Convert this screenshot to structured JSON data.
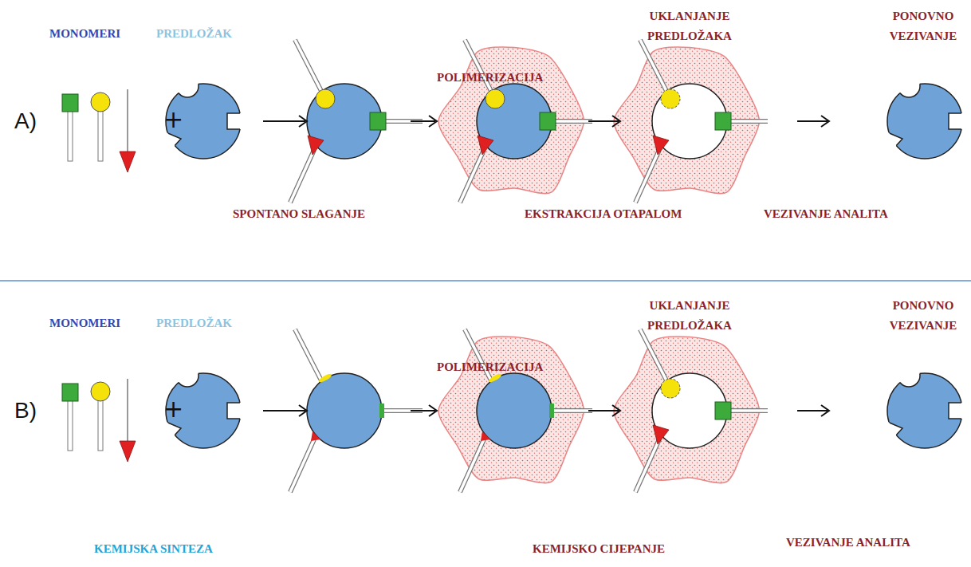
{
  "diagram": {
    "labels": [
      "A)",
      "MONOMERI",
      "PREDLOŽAK",
      "+",
      "SPONTANO SLAGANJE",
      "POLIMERIZACIJA",
      "UKLANJANJE PREDLOŽAKA",
      "EKSTRAKCIJA OTAPALOM",
      "PONOVNO VEZIVANJE",
      "VEZIVANJE ANALITA",
      "B)",
      "MONOMERI",
      "PREDLOŽAK",
      "+",
      "POLIMERIZACIJA",
      "UKLANJANJE PREDLOŽAKA",
      "PONOVNO VEZIVANJE",
      "KEMIJSKA SINTEZA",
      "KEMIJSKO CIJEPANJE",
      "VEZIVANJE ANALITA"
    ]
  }
}
